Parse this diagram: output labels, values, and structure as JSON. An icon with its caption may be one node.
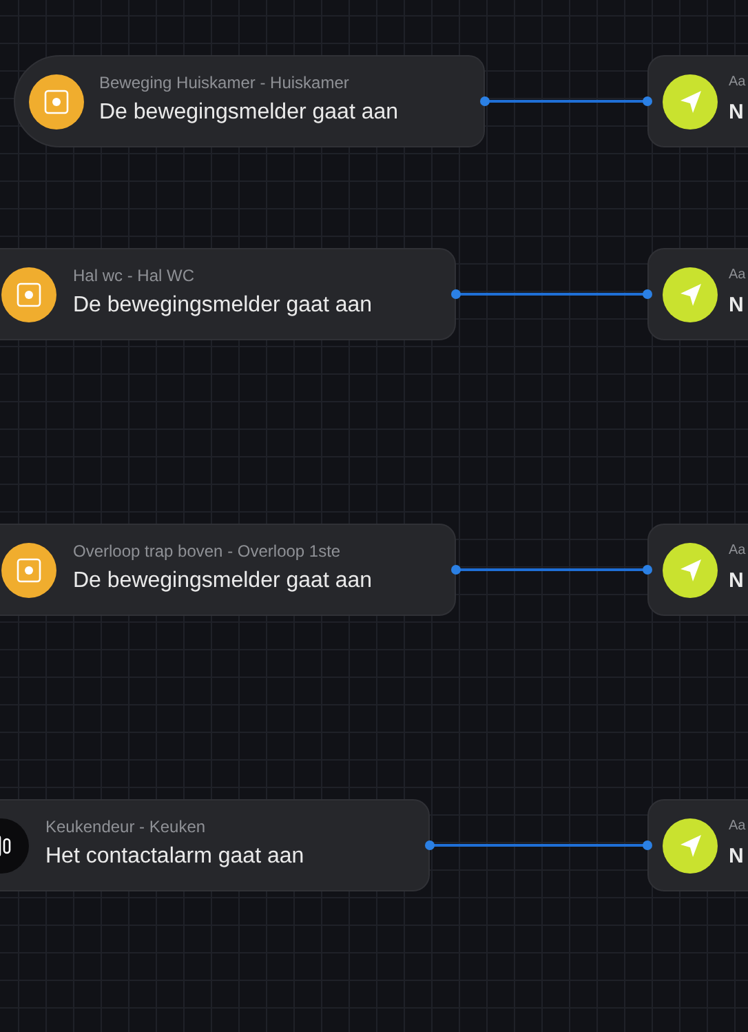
{
  "diagram": {
    "nodes": [
      {
        "text": [
          "Beweging Huiskamer - Huiskamer",
          "De bewegingsmelder gaat aan"
        ]
      },
      {
        "text": [
          "Aa",
          "N"
        ]
      },
      {
        "text": [
          "Hal wc - Hal WC",
          "De bewegingsmelder gaat aan"
        ]
      },
      {
        "text": [
          "Aa",
          "N"
        ]
      },
      {
        "text": [
          "Overloop trap boven - Overloop 1ste",
          "De bewegingsmelder gaat aan"
        ]
      },
      {
        "text": [
          "Aa",
          "N"
        ]
      },
      {
        "text": [
          "Keukendeur - Keuken",
          "Het contactalarm gaat aan"
        ]
      },
      {
        "text": [
          "Aa",
          "N"
        ]
      }
    ],
    "edges": [
      {
        "from": 0,
        "to": 1,
        "arrow": "other"
      },
      {
        "from": 2,
        "to": 3,
        "arrow": "other"
      },
      {
        "from": 4,
        "to": 5,
        "arrow": "other"
      },
      {
        "from": 6,
        "to": 7,
        "arrow": "other"
      }
    ]
  }
}
